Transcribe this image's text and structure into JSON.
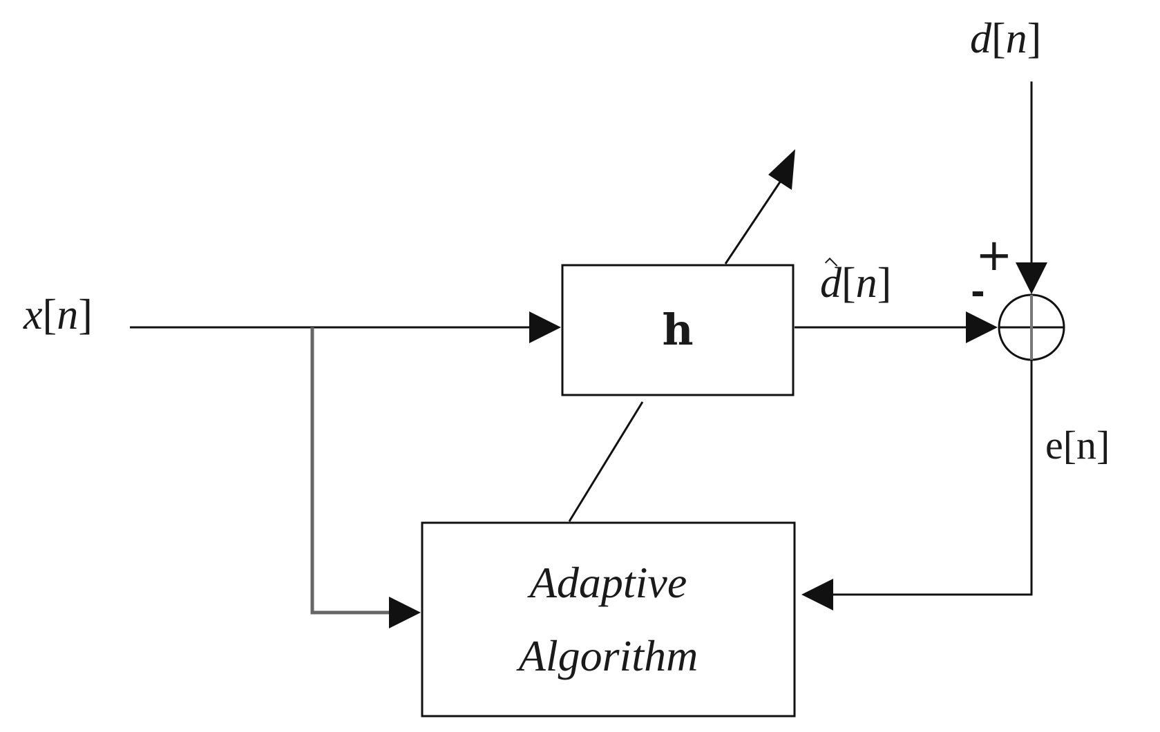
{
  "signals": {
    "input": {
      "var": "x",
      "open": "[",
      "idx": "n",
      "close": "]"
    },
    "desired": {
      "var": "d",
      "open": "[",
      "idx": "n",
      "close": "]"
    },
    "estimate": {
      "var": "d",
      "open": "[",
      "idx": "n",
      "close": "]"
    },
    "error": {
      "text": "e[n]"
    }
  },
  "blocks": {
    "filter": {
      "label": "h"
    },
    "algorithm": {
      "line1": "Adaptive",
      "line2": "Algorithm"
    }
  },
  "summer": {
    "plus": "+",
    "minus": "-"
  }
}
